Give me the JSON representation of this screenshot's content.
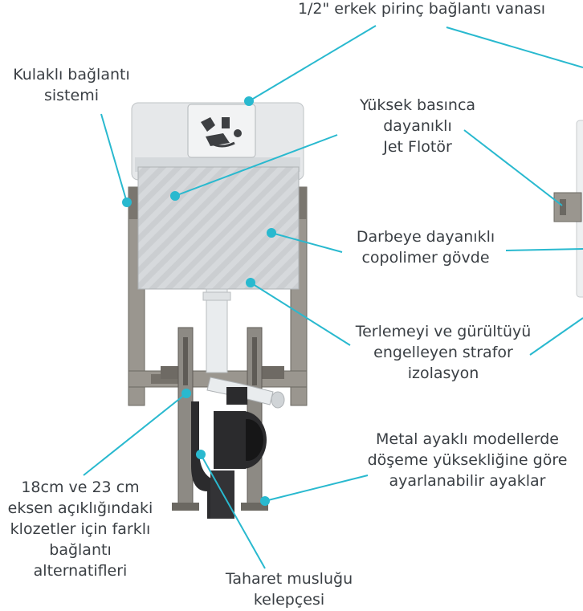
{
  "colors": {
    "callout": "#29b9cf",
    "text": "#3a3f44",
    "frame": "#8d8a84",
    "frame_dark": "#6b6862",
    "tank": "#e6e8ea",
    "tank_lid": "#dfe2e4",
    "foam": "#c9cccf",
    "pipe_black": "#2b2b2d",
    "pipe_white": "#e9ecee"
  },
  "callouts": [
    {
      "id": "brass-valve",
      "lines": [
        "1/2\" erkek pirinç bağlantı vanası"
      ]
    },
    {
      "id": "ear-connection",
      "lines": [
        "Kulaklı bağlantı",
        "sistemi"
      ]
    },
    {
      "id": "jet-float",
      "lines": [
        "Yüksek basınca",
        "dayanıklı",
        "Jet Flotör"
      ]
    },
    {
      "id": "copolymer-body",
      "lines": [
        "Darbeye dayanıklı",
        "copolimer gövde"
      ]
    },
    {
      "id": "foam-insulation",
      "lines": [
        "Terlemeyi ve gürültüyü",
        "engelleyen strafor",
        "izolasyon"
      ]
    },
    {
      "id": "adjustable-feet",
      "lines": [
        "Metal ayaklı modellerde",
        "döşeme yüksekliğine göre",
        "ayarlanabilir ayaklar"
      ]
    },
    {
      "id": "connection-alternatives",
      "lines": [
        "18cm ve 23 cm",
        "eksen açıklığındaki",
        "klozetler için farklı",
        "bağlantı",
        "alternatifleri"
      ]
    },
    {
      "id": "bidet-clamp",
      "lines": [
        "Taharet musluğu",
        "kelepçesi"
      ]
    }
  ]
}
